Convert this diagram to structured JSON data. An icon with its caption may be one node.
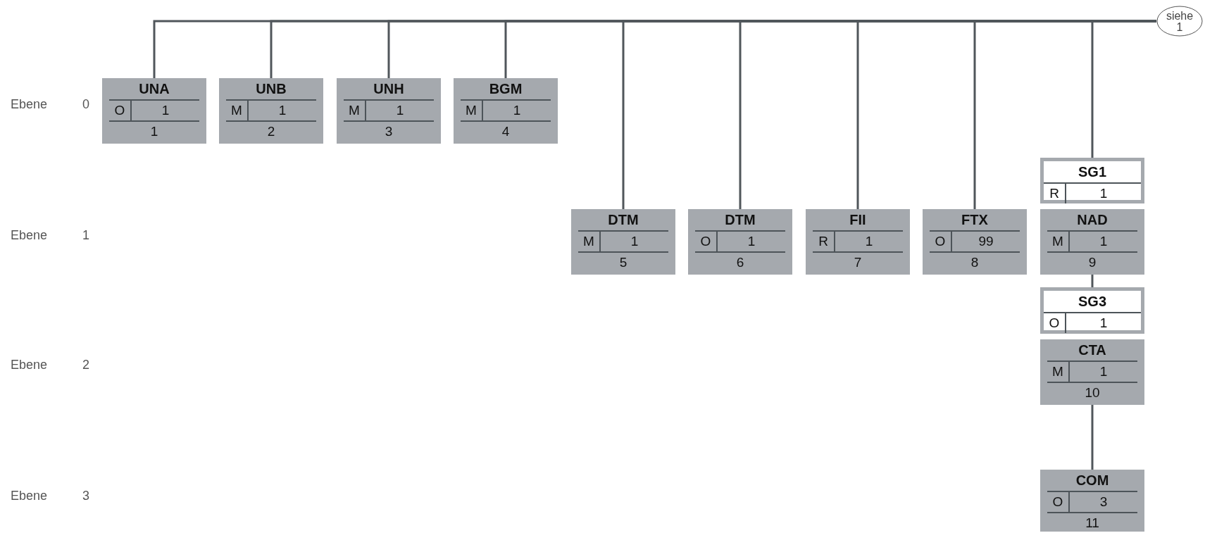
{
  "diagram": {
    "nodes": [
      {
        "text": [
          "siehe 1"
        ]
      },
      {
        "text": [
          "UNA",
          "O",
          "1",
          "1"
        ]
      },
      {
        "text": [
          "UNB",
          "M",
          "1",
          "2"
        ]
      },
      {
        "text": [
          "UNH",
          "M",
          "1",
          "3"
        ]
      },
      {
        "text": [
          "BGM",
          "M",
          "1",
          "4"
        ]
      },
      {
        "text": [
          "SG1",
          "R",
          "1"
        ]
      },
      {
        "text": [
          "DTM",
          "M",
          "1",
          "5"
        ]
      },
      {
        "text": [
          "DTM",
          "O",
          "1",
          "6"
        ]
      },
      {
        "text": [
          "FII",
          "R",
          "1",
          "7"
        ]
      },
      {
        "text": [
          "FTX",
          "O",
          "99",
          "8"
        ]
      },
      {
        "text": [
          "NAD",
          "M",
          "1",
          "9"
        ]
      },
      {
        "text": [
          "SG3",
          "O",
          "1"
        ]
      },
      {
        "text": [
          "CTA",
          "M",
          "1",
          "10"
        ]
      },
      {
        "text": [
          "COM",
          "O",
          "3",
          "11"
        ]
      }
    ],
    "edges": [
      {
        "from": 0,
        "to": 1,
        "arrow": "none"
      },
      {
        "from": 0,
        "to": 2,
        "arrow": "none"
      },
      {
        "from": 0,
        "to": 3,
        "arrow": "none"
      },
      {
        "from": 0,
        "to": 4,
        "arrow": "none"
      },
      {
        "from": 0,
        "to": 6,
        "arrow": "none"
      },
      {
        "from": 0,
        "to": 7,
        "arrow": "none"
      },
      {
        "from": 0,
        "to": 8,
        "arrow": "none"
      },
      {
        "from": 0,
        "to": 9,
        "arrow": "none"
      },
      {
        "from": 0,
        "to": 5,
        "arrow": "none"
      },
      {
        "from": 10,
        "to": 11,
        "arrow": "none"
      },
      {
        "from": 12,
        "to": 13,
        "arrow": "none"
      }
    ],
    "labels": [
      "Ebene",
      "0",
      "Ebene",
      "1",
      "Ebene",
      "2",
      "Ebene",
      "3"
    ]
  }
}
